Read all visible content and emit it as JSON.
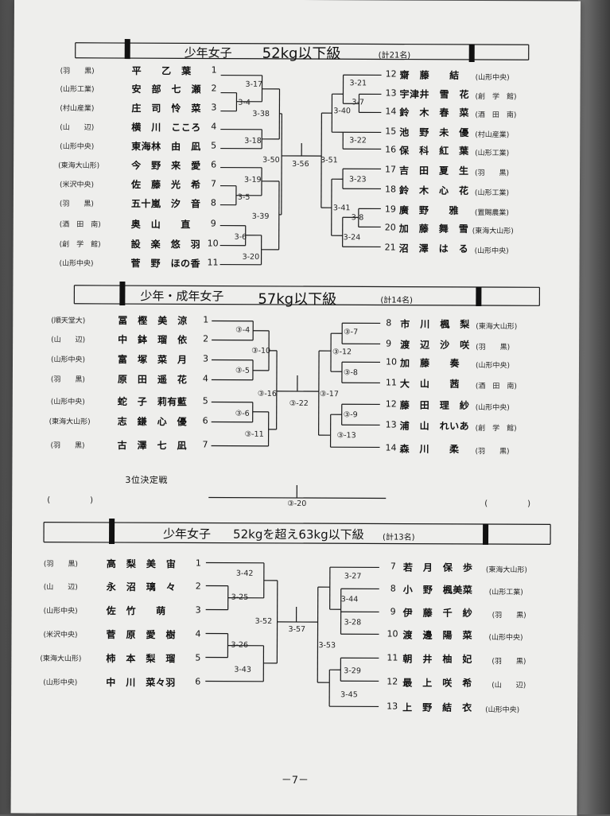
{
  "sections": [
    {
      "category": "少年女子",
      "weight": "52kg以下級",
      "total": "(計21名)",
      "left": [
        {
          "club": "(羽　　黒)",
          "name": "平　　乙　葉",
          "seed": "1"
        },
        {
          "club": "(山形工業)",
          "name": "安　部　七　瀬",
          "seed": "2"
        },
        {
          "club": "(村山産業)",
          "name": "庄　司　怜　菜",
          "seed": "3"
        },
        {
          "club": "(山　　辺)",
          "name": "横　川　こころ",
          "seed": "4"
        },
        {
          "club": "(山形中央)",
          "name": "東海林　由　凪",
          "seed": "5"
        },
        {
          "club": "(東海大山形)",
          "name": "今　野　来　愛",
          "seed": "6"
        },
        {
          "club": "(米沢中央)",
          "name": "佐　藤　光　希",
          "seed": "7"
        },
        {
          "club": "(羽　　黒)",
          "name": "五十嵐　汐　音",
          "seed": "8"
        },
        {
          "club": "(酒　田　南)",
          "name": "奥　山　　直",
          "seed": "9"
        },
        {
          "club": "(創　学　館)",
          "name": "設　楽　悠　羽",
          "seed": "10"
        },
        {
          "club": "(山形中央)",
          "name": "菅　野　ほの香",
          "seed": "11"
        }
      ],
      "right": [
        {
          "seed": "12",
          "name": "齋　藤　　結",
          "club": "(山形中央)"
        },
        {
          "seed": "13",
          "name": "宇津井　雪　花",
          "club": "(創　学　館)"
        },
        {
          "seed": "14",
          "name": "鈴　木　春　菜",
          "club": "(酒　田　南)"
        },
        {
          "seed": "15",
          "name": "池　野　未　優",
          "club": "(村山産業)"
        },
        {
          "seed": "16",
          "name": "保　科　紅　葉",
          "club": "(山形工業)"
        },
        {
          "seed": "17",
          "name": "吉　田　夏　生",
          "club": "(羽　　黒)"
        },
        {
          "seed": "18",
          "name": "鈴　木　心　花",
          "club": "(山形工業)"
        },
        {
          "seed": "19",
          "name": "廣　野　　雅",
          "club": "(置賜農業)"
        },
        {
          "seed": "20",
          "name": "加　藤　舞　雪",
          "club": "(東海大山形)"
        },
        {
          "seed": "21",
          "name": "沼　澤　は　る",
          "club": "(山形中央)"
        }
      ],
      "matches": [
        "3-17",
        "3-4",
        "3-38",
        "3-18",
        "3-19",
        "3-5",
        "3-39",
        "3-6",
        "3-20",
        "3-50",
        "3-56",
        "3-51",
        "3-21",
        "3-7",
        "3-40",
        "3-22",
        "3-23",
        "3-41",
        "3-8",
        "3-24"
      ]
    },
    {
      "category": "少年・成年女子",
      "weight": "57kg以下級",
      "total": "(計14名)",
      "left": [
        {
          "club": "(順天堂大)",
          "name": "冨　樫　美　涼",
          "seed": "1"
        },
        {
          "club": "(山　　辺)",
          "name": "中　鉢　瑠　依",
          "seed": "2"
        },
        {
          "club": "(山形中央)",
          "name": "富　塚　菜　月",
          "seed": "3"
        },
        {
          "club": "(羽　　黒)",
          "name": "原　田　遥　花",
          "seed": "4"
        },
        {
          "club": "(山形中央)",
          "name": "蛇　子　莉有藍",
          "seed": "5"
        },
        {
          "club": "(東海大山形)",
          "name": "志　鎌　心　優",
          "seed": "6"
        },
        {
          "club": "(羽　　黒)",
          "name": "古　澤　七　凪",
          "seed": "7"
        }
      ],
      "right": [
        {
          "seed": "8",
          "name": "市　川　楓　梨",
          "club": "(東海大山形)"
        },
        {
          "seed": "9",
          "name": "渡　辺　沙　咲",
          "club": "(羽　　黒)"
        },
        {
          "seed": "10",
          "name": "加　藤　　奏",
          "club": "(山形中央)"
        },
        {
          "seed": "11",
          "name": "大　山　　茜",
          "club": "(酒　田　南)"
        },
        {
          "seed": "12",
          "name": "藤　田　理　紗",
          "club": "(山形中央)"
        },
        {
          "seed": "13",
          "name": "浦　山　れいあ",
          "club": "(創　学　館)"
        },
        {
          "seed": "14",
          "name": "森　川　　柔",
          "club": "(羽　　黒)"
        }
      ],
      "matches": [
        "③-4",
        "③-10",
        "③-5",
        "③-16",
        "③-6",
        "③-11",
        "③-22",
        "③-17",
        "③-7",
        "③-12",
        "③-8",
        "③-9",
        "③-13"
      ],
      "third_place": {
        "label": "3位決定戦",
        "left": "(　　　　　)",
        "right": "(　　　　　)",
        "match": "③-20"
      }
    },
    {
      "category": "少年女子",
      "weight": "52kgを超え63kg以下級",
      "total": "(計13名)",
      "left": [
        {
          "club": "(羽　　黒)",
          "name": "高　梨　美　宙",
          "seed": "1"
        },
        {
          "club": "(山　　辺)",
          "name": "永　沼　璃　々",
          "seed": "2"
        },
        {
          "club": "(山形中央)",
          "name": "佐　竹　　萌",
          "seed": "3"
        },
        {
          "club": "(米沢中央)",
          "name": "菅　原　愛　樹",
          "seed": "4"
        },
        {
          "club": "(東海大山形)",
          "name": "柿　本　梨　瑠",
          "seed": "5"
        },
        {
          "club": "(山形中央)",
          "name": "中　川　菜々羽",
          "seed": "6"
        }
      ],
      "right": [
        {
          "seed": "7",
          "name": "若　月　保　歩",
          "club": "(東海大山形)"
        },
        {
          "seed": "8",
          "name": "小　野　楓美菜",
          "club": "(山形工業)"
        },
        {
          "seed": "9",
          "name": "伊　藤　千　紗",
          "club": "(羽　　黒)"
        },
        {
          "seed": "10",
          "name": "渡　邊　陽　菜",
          "club": "(山形中央)"
        },
        {
          "seed": "11",
          "name": "朝　井　柚　妃",
          "club": "(羽　　黒)"
        },
        {
          "seed": "12",
          "name": "最　上　咲　希",
          "club": "(山　　辺)"
        },
        {
          "seed": "13",
          "name": "上　野　結　衣",
          "club": "(山形中央)"
        }
      ],
      "matches": [
        "3-42",
        "3-25",
        "3-52",
        "3-26",
        "3-43",
        "3-57",
        "3-27",
        "3-44",
        "3-28",
        "3-53",
        "3-29",
        "3-45"
      ]
    }
  ],
  "page_number": "－7－"
}
